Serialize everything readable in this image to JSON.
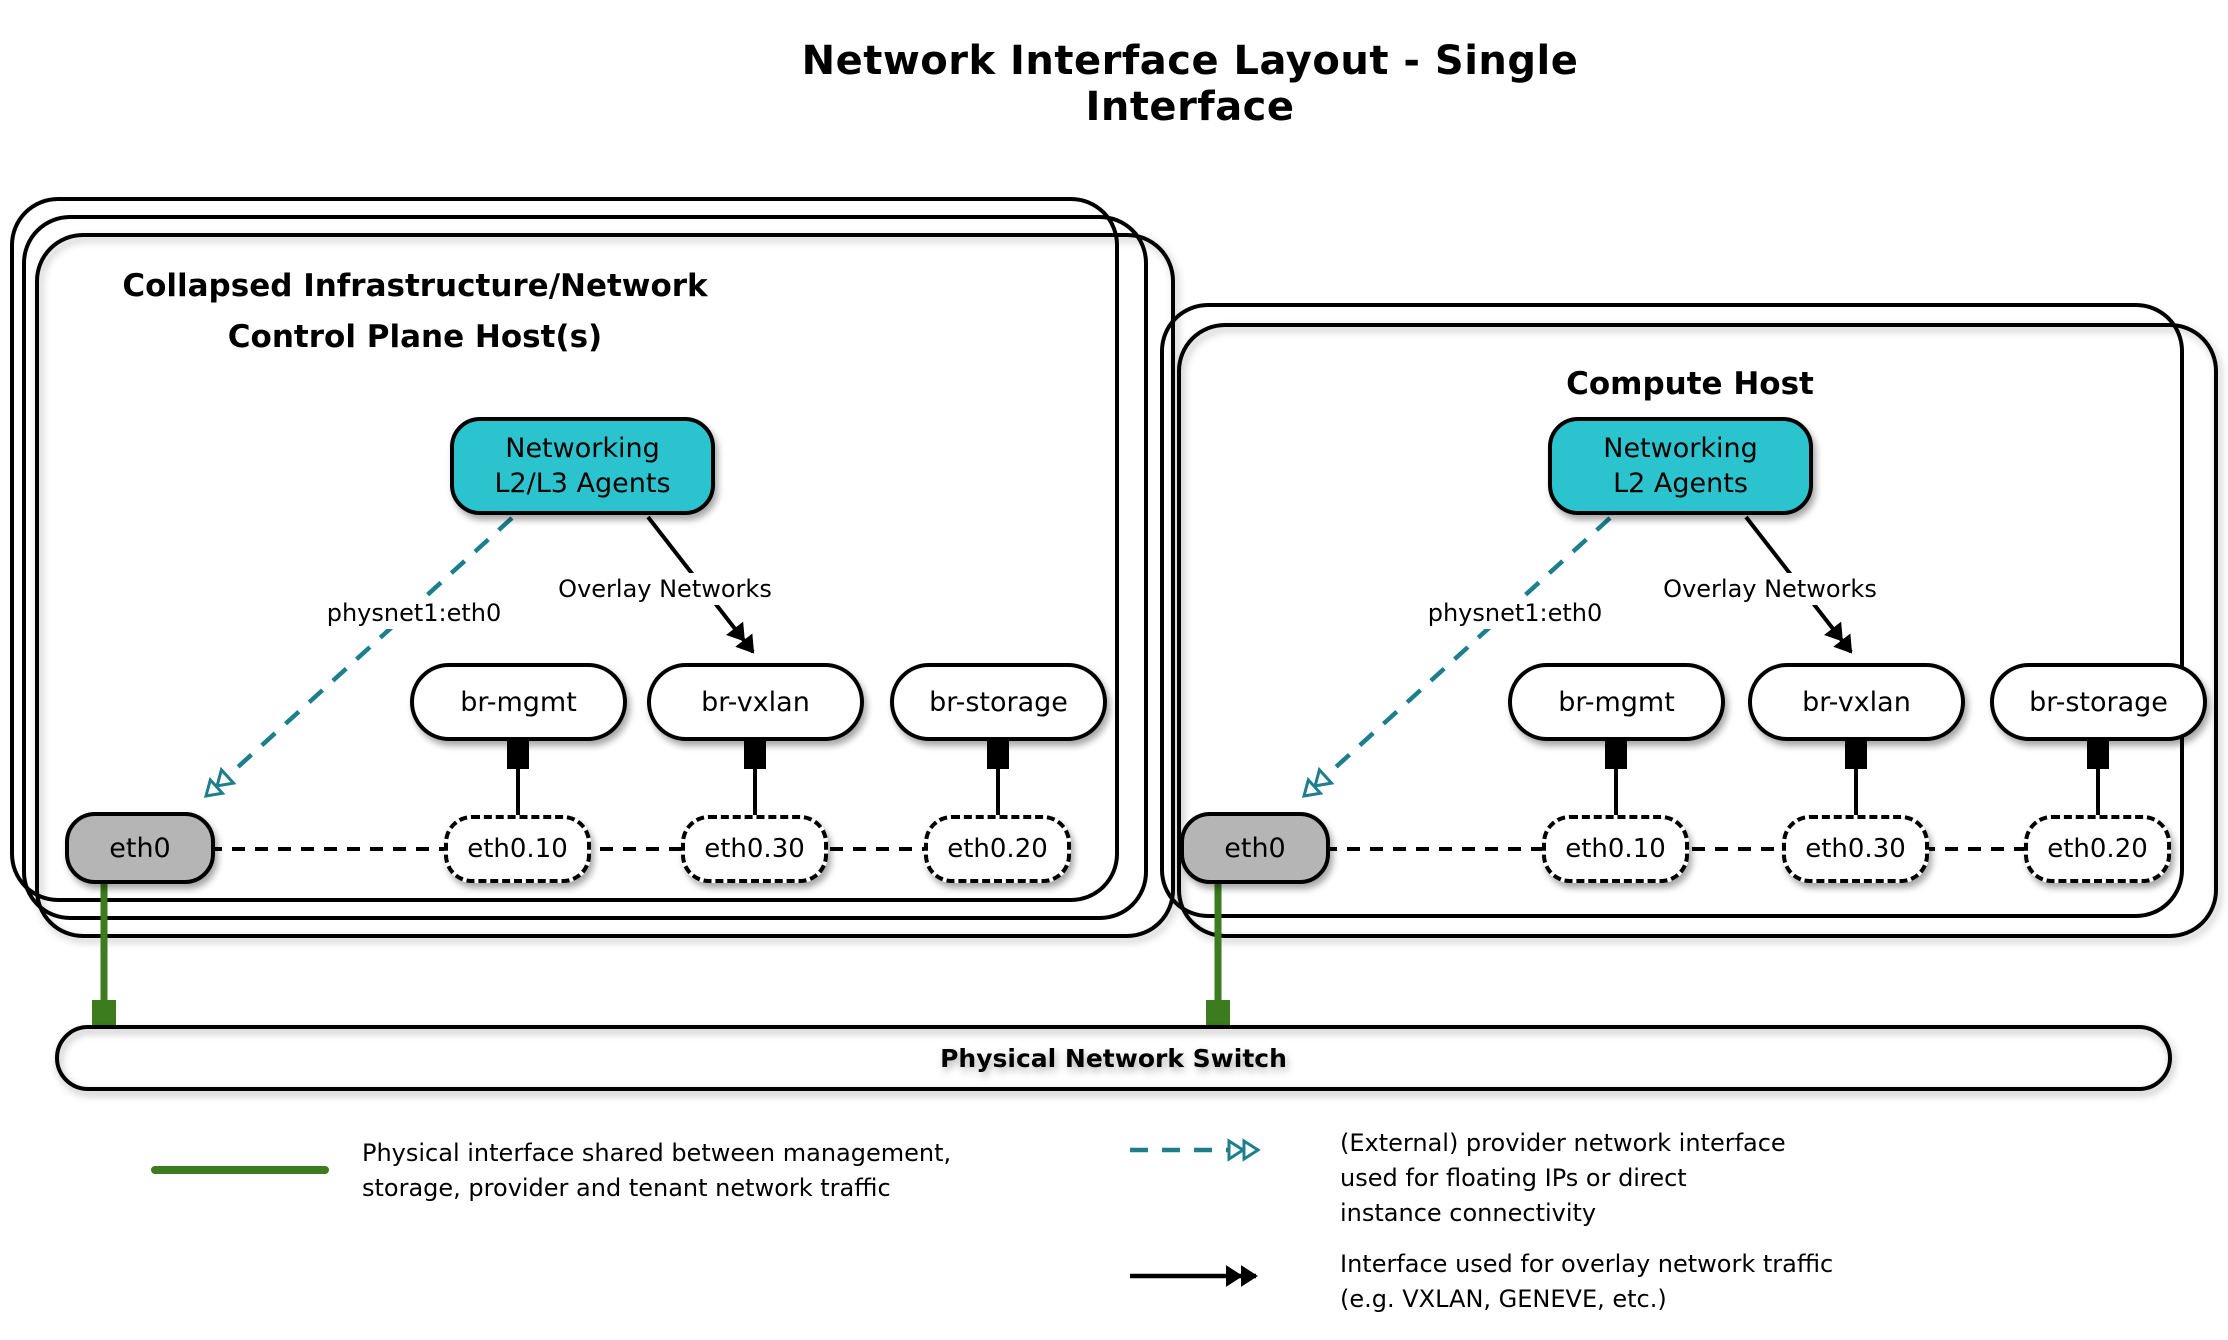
{
  "title": "Network Interface Layout - Single Interface",
  "colors": {
    "agent_fill": "#2bc4ce",
    "provider_arrow_teal": "#1d7f8c",
    "physical_link_green": "#3c7b1e",
    "physical_iface_gray": "#b5b5b5"
  },
  "hosts": {
    "control": {
      "title_line1": "Collapsed Infrastructure/Network",
      "title_line2": "Control Plane Host(s)",
      "agent_line1": "Networking",
      "agent_line2": "L2/L3 Agents",
      "provider_label": "physnet1:eth0",
      "overlay_label": "Overlay Networks",
      "bridges": [
        "br-mgmt",
        "br-vxlan",
        "br-storage"
      ],
      "phys_if": "eth0",
      "vlan_ifs": [
        "eth0.10",
        "eth0.30",
        "eth0.20"
      ]
    },
    "compute": {
      "title_line1": "Compute Host",
      "agent_line1": "Networking",
      "agent_line2": "L2 Agents",
      "provider_label": "physnet1:eth0",
      "overlay_label": "Overlay Networks",
      "bridges": [
        "br-mgmt",
        "br-vxlan",
        "br-storage"
      ],
      "phys_if": "eth0",
      "vlan_ifs": [
        "eth0.10",
        "eth0.30",
        "eth0.20"
      ]
    }
  },
  "switch_label": "Physical Network Switch",
  "legend": {
    "physical": {
      "line1": "Physical interface shared between management,",
      "line2": "storage, provider and tenant network traffic"
    },
    "provider": {
      "line1": "(External) provider network interface",
      "line2": "used for floating IPs or direct",
      "line3": "instance connectivity"
    },
    "overlay": {
      "line1": "Interface used for overlay network traffic",
      "line2": "(e.g. VXLAN, GENEVE, etc.)"
    }
  }
}
